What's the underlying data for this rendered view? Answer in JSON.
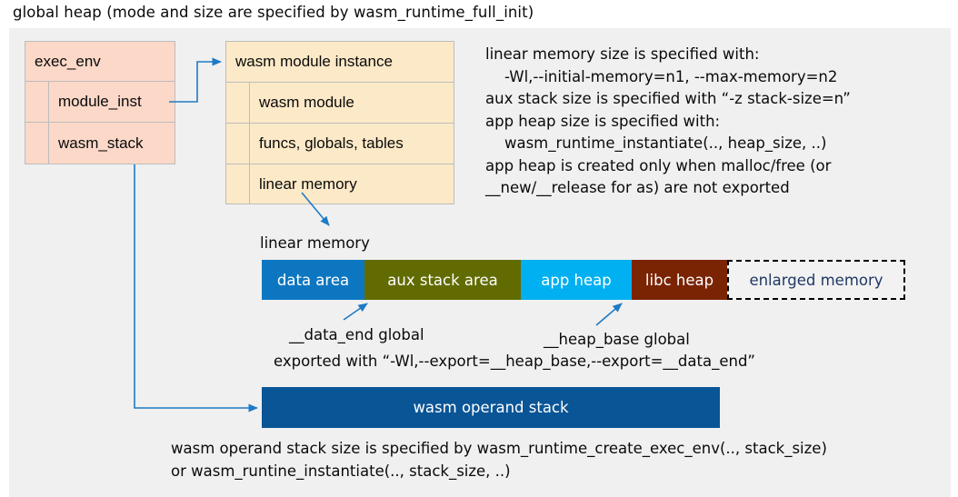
{
  "title": "global heap (mode and size are specified by wasm_runtime_full_init)",
  "exec_env": {
    "header": "exec_env",
    "fields": [
      {
        "label": "module_inst"
      },
      {
        "label": "wasm_stack"
      }
    ]
  },
  "module_instance": {
    "header": "wasm module instance",
    "fields": [
      {
        "label": "wasm module"
      },
      {
        "label": "funcs, globals, tables"
      },
      {
        "label": "linear memory"
      }
    ]
  },
  "description": "linear memory size is specified with:\n    -Wl,--initial-memory=n1, --max-memory=n2\naux stack size is specified with “-z stack-size=n”\napp heap size is specified with:\n    wasm_runtime_instantiate(.., heap_size, ..)\napp heap is created only when malloc/free (or\n__new/__release for as) are not exported",
  "linear_memory": {
    "caption": "linear memory",
    "segments": [
      {
        "label": "data area",
        "color": "#0d76c1",
        "width": 113,
        "style": "solid"
      },
      {
        "label": "aux stack area",
        "color": "#626b01",
        "width": 172,
        "style": "solid"
      },
      {
        "label": "app heap",
        "color": "#00b0f0",
        "width": 122,
        "style": "solid"
      },
      {
        "label": "libc heap",
        "color": "#7a2404",
        "width": 105,
        "style": "solid"
      },
      {
        "label": "enlarged memory",
        "color": "#f2f2f2",
        "width": 196,
        "style": "dashed"
      }
    ],
    "annotations": {
      "data_end": "__data_end global",
      "heap_base": "__heap_base global",
      "export_note": "exported with “-Wl,--export=__heap_base,--export=__data_end”"
    }
  },
  "operand_stack": {
    "label": "wasm operand stack",
    "color": "#0a5596",
    "note": "wasm operand stack size is specified by wasm_runtime_create_exec_env(.., stack_size)\nor wasm_runtine_instantiate(.., stack_size, ..)"
  },
  "colors": {
    "panel_background": "#f0f0f0",
    "exec_env_fill": "#fbd8c8",
    "module_instance_fill": "#fce9c7",
    "box_border": "#bdbdbd",
    "connector": "#1f7ac4",
    "dashed_text": "#1f3864"
  }
}
